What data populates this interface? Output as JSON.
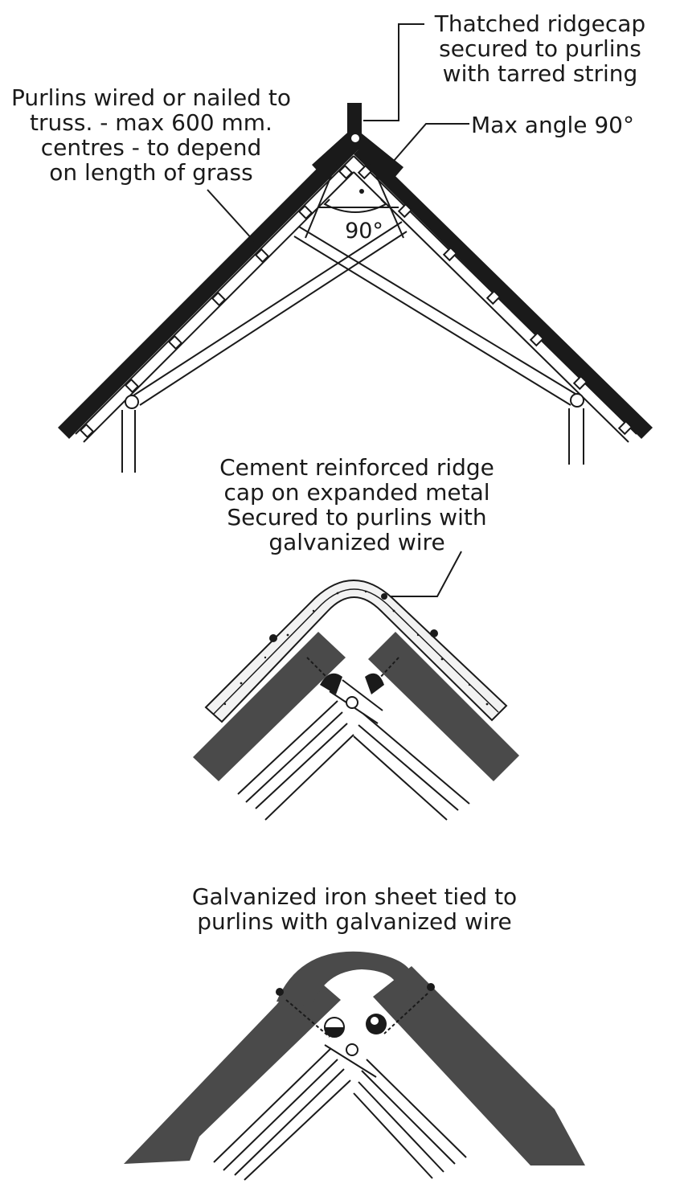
{
  "diagram_1": {
    "ridgecap_label": [
      "Thatched ridgecap",
      "secured to purlins",
      "with tarred string"
    ],
    "purlins_label": [
      "Purlins wired or nailed to",
      "truss. - max 600 mm.",
      "centres - to depend",
      "on length of grass"
    ],
    "angle_label": "Max angle 90°",
    "angle_value": "90°"
  },
  "diagram_2": {
    "label": [
      "Cement reinforced ridge",
      "cap on expanded metal",
      "Secured to purlins with",
      "galvanized wire"
    ]
  },
  "diagram_3": {
    "label": [
      "Galvanized iron  sheet tied to",
      "purlins with galvanized wire"
    ]
  },
  "colors": {
    "ink": "#1a1a1a",
    "roof_gray": "#4a4a4a",
    "background": "#ffffff"
  }
}
